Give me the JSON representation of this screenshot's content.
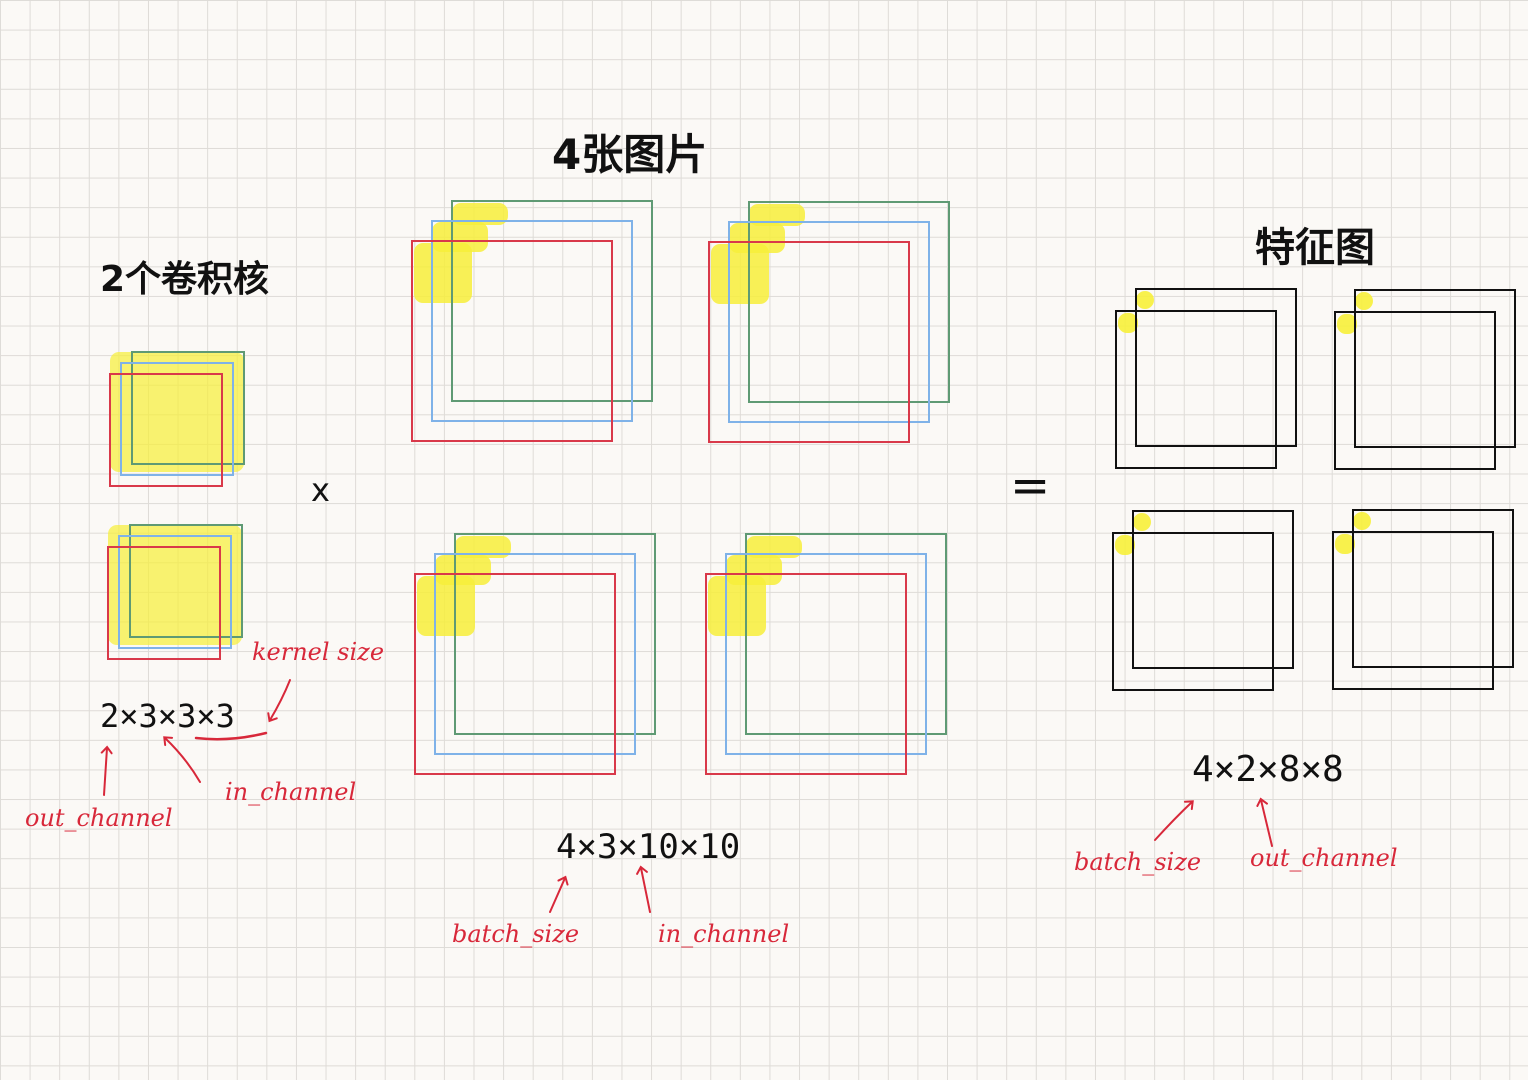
{
  "titles": {
    "kernels": "2个卷积核",
    "images": "4张图片",
    "features": "特征图"
  },
  "operators": {
    "multiply": "x",
    "equals": "="
  },
  "shapes": {
    "kernels": "2×3×3×3",
    "images": "4×3×10×10",
    "features": "4×2×8×8"
  },
  "annotations": {
    "kernels": {
      "kernel_size": "kernel size",
      "in_channel": "in_channel",
      "out_channel": "out_channel"
    },
    "images": {
      "batch_size": "batch_size",
      "in_channel": "in_channel"
    },
    "features": {
      "batch_size": "batch_size",
      "out_channel": "out_channel"
    }
  },
  "colors": {
    "channel_red": "#d9394a",
    "channel_blue": "#7fb2e8",
    "channel_green": "#5f9a74",
    "feature_black": "#111111",
    "highlight": "#f7ef3a",
    "annotation": "#d8283a"
  }
}
